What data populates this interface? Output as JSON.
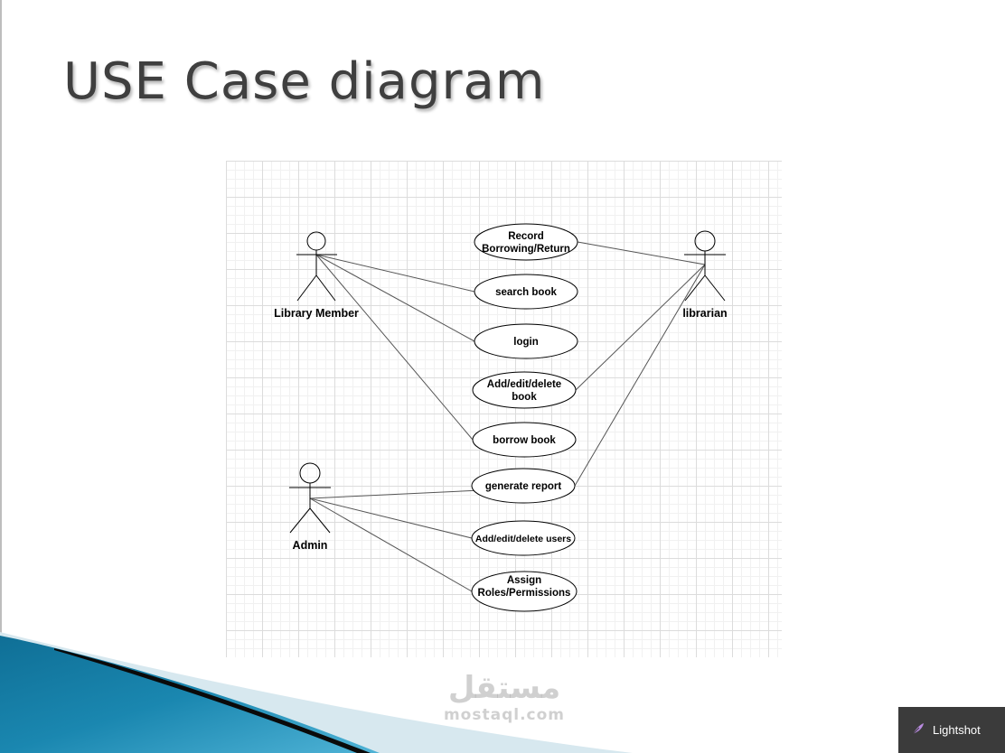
{
  "slide": {
    "title": "USE Case diagram"
  },
  "diagram": {
    "actors": {
      "library_member": "Library Member",
      "librarian": "librarian",
      "admin": "Admin"
    },
    "use_cases": {
      "record_borrowing": [
        "Record",
        "Borrowing/Return"
      ],
      "search_book": [
        "search book"
      ],
      "login": [
        "login"
      ],
      "add_edit_delete_book": [
        "Add/edit/delete",
        "book"
      ],
      "borrow_book": [
        "borrow book"
      ],
      "generate_report": [
        "generate report"
      ],
      "add_edit_delete_users": [
        "Add/edit/delete users"
      ],
      "assign_roles": [
        "Assign",
        "Roles/Permissions"
      ]
    },
    "associations": [
      [
        "library_member",
        "search_book"
      ],
      [
        "library_member",
        "login"
      ],
      [
        "library_member",
        "borrow_book"
      ],
      [
        "librarian",
        "record_borrowing"
      ],
      [
        "librarian",
        "add_edit_delete_book"
      ],
      [
        "librarian",
        "generate_report"
      ],
      [
        "admin",
        "generate_report"
      ],
      [
        "admin",
        "add_edit_delete_users"
      ],
      [
        "admin",
        "assign_roles"
      ]
    ]
  },
  "watermark": {
    "arabic": "مستقل",
    "latin": "mostaql.com"
  },
  "lightshot": {
    "label": "Lightshot",
    "icon": "feather-icon"
  },
  "colors": {
    "title": "#3f3f3f",
    "line": "#555555",
    "wave_blue": "#1a87b0",
    "wave_light": "#d7e8ef",
    "wave_dark": "#0a0a0a",
    "badge_bg": "#3b3b3b"
  }
}
